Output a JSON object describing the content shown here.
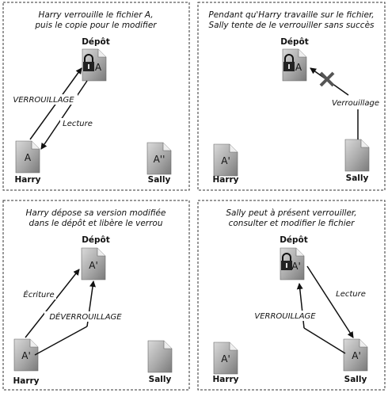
{
  "panels": [
    {
      "caption_lines": [
        "Harry verrouille le fichier A,",
        "puis le copie pour le modifier"
      ],
      "repository_label": "Dépôt",
      "repository_doc": "A",
      "repository_locked": true,
      "harry_label": "Harry",
      "harry_doc": "A",
      "sally_label": "Sally",
      "sally_doc": "A''",
      "arrow_labels": [
        "VERROUILLAGE",
        "Lecture"
      ]
    },
    {
      "caption_lines": [
        "Pendant qu'Harry travaille sur le fichier,",
        "Sally tente de le verrouiller sans succès"
      ],
      "repository_label": "Dépôt",
      "repository_doc": "A",
      "repository_locked": true,
      "harry_label": "Harry",
      "harry_doc": "A'",
      "sally_label": "Sally",
      "sally_doc": "",
      "arrow_labels": [
        "Verrouillage"
      ]
    },
    {
      "caption_lines": [
        "Harry dépose sa version modifiée",
        "dans le dépôt et libère le verrou"
      ],
      "repository_label": "Dépôt",
      "repository_doc": "A'",
      "repository_locked": false,
      "harry_label": "Harry",
      "harry_doc": "A'",
      "sally_label": "Sally",
      "sally_doc": "",
      "arrow_labels": [
        "Écriture",
        "DÉVERROUILLAGE"
      ]
    },
    {
      "caption_lines": [
        "Sally peut à présent verrouiller,",
        "consulter et modifier le fichier"
      ],
      "repository_label": "Dépôt",
      "repository_doc": "A'",
      "repository_locked": true,
      "harry_label": "Harry",
      "harry_doc": "A'",
      "sally_label": "Sally",
      "sally_doc": "A'",
      "arrow_labels": [
        "Lecture",
        "VERROUILLAGE"
      ]
    }
  ]
}
